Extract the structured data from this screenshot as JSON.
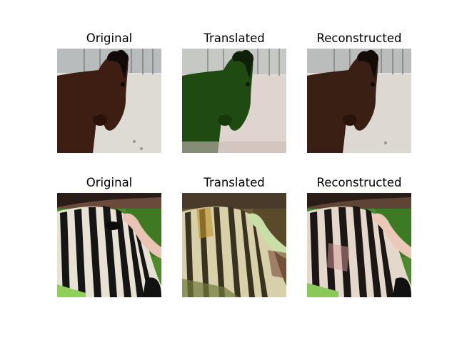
{
  "figure": {
    "rows": [
      {
        "panels": [
          {
            "title": "Original",
            "image": "brown-horse-photo"
          },
          {
            "title": "Translated",
            "image": "green-tinted-horse-photo"
          },
          {
            "title": "Reconstructed",
            "image": "reconstructed-horse-photo"
          }
        ]
      },
      {
        "panels": [
          {
            "title": "Original",
            "image": "zebra-with-hand-photo"
          },
          {
            "title": "Translated",
            "image": "horse-textured-zebra-photo"
          },
          {
            "title": "Reconstructed",
            "image": "reconstructed-zebra-photo"
          }
        ]
      }
    ]
  }
}
